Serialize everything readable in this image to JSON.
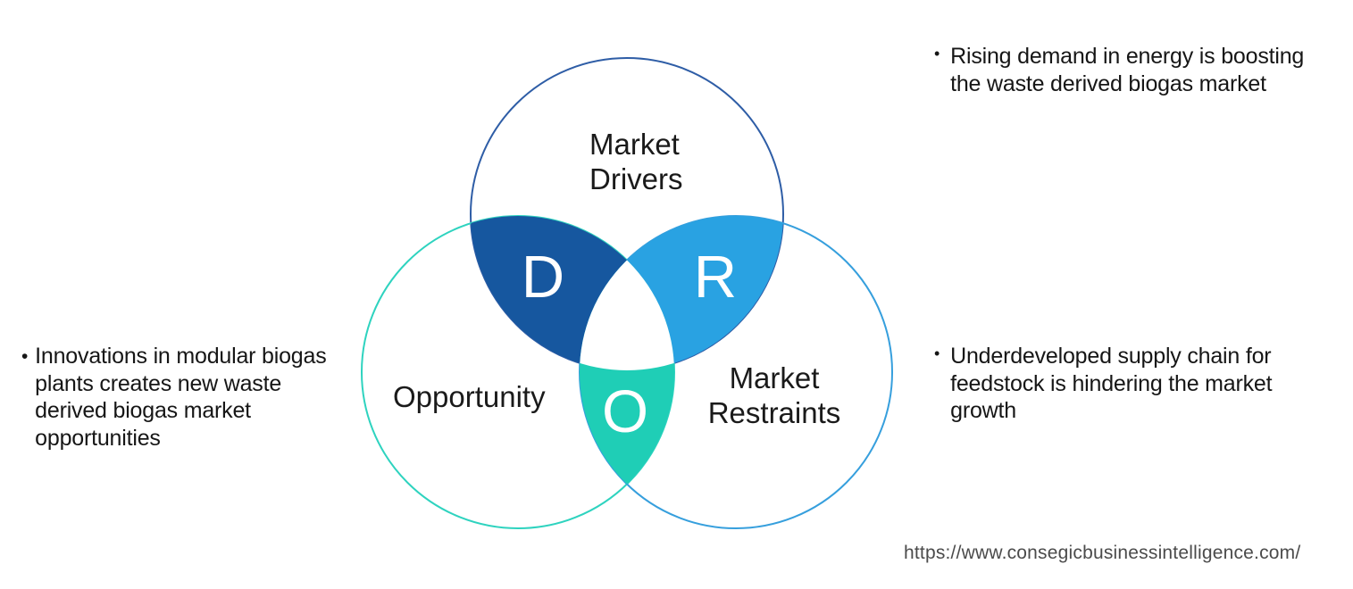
{
  "venn": {
    "label_color": "#1a1a1a",
    "letter_color": "#ffffff",
    "center_fill": "#ffffff",
    "drivers": {
      "label_lines": [
        "Market",
        "Drivers"
      ],
      "letter": "D",
      "circle_stroke": "#2e5da6",
      "overlap_fill": "#16579f"
    },
    "restraints": {
      "label_lines": [
        "Market",
        "Restraints"
      ],
      "letter": "R",
      "circle_stroke": "#369fdd",
      "overlap_fill": "#29a2e2"
    },
    "opportunity": {
      "label": "Opportunity",
      "letter": "O",
      "circle_stroke": "#2ed3bf",
      "overlap_fill": "#1fceb6"
    }
  },
  "notes": {
    "bullet": "•",
    "driver": {
      "lines": [
        "Rising demand in energy is boosting",
        "the waste derived biogas market"
      ]
    },
    "restraint": {
      "lines": [
        "Underdeveloped supply chain for",
        "feedstock is hindering the market",
        "growth"
      ]
    },
    "opportunity": {
      "lines": [
        "Innovations in modular biogas",
        "plants creates new waste",
        "derived biogas market",
        "opportunities"
      ]
    }
  },
  "footer": {
    "source_url": "https://www.consegicbusinessintelligence.com/"
  }
}
